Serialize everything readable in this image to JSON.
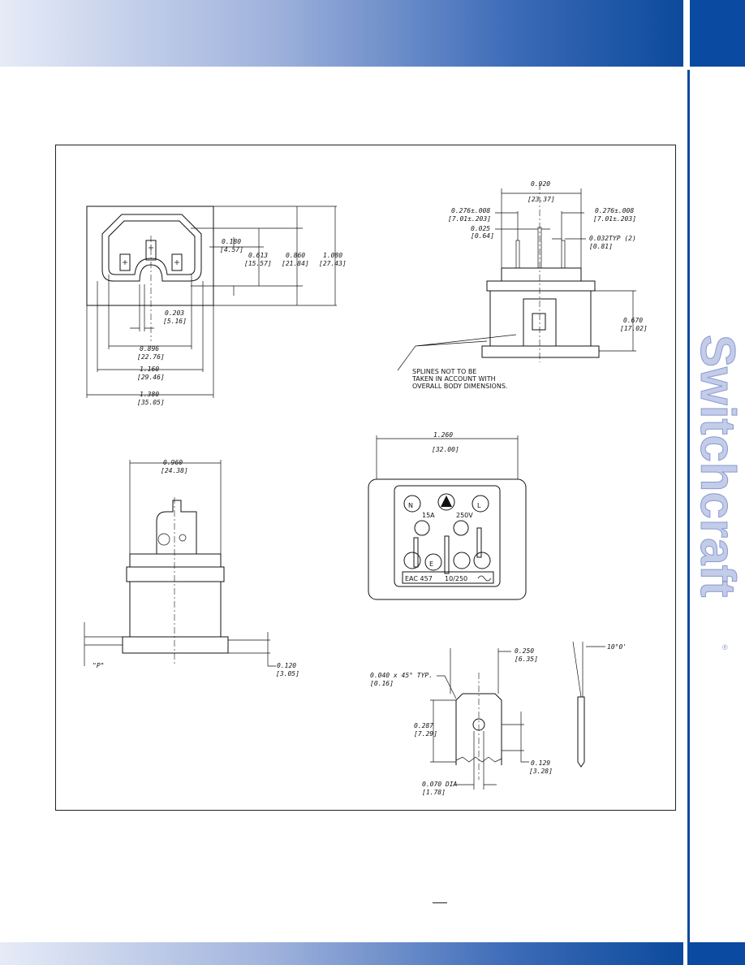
{
  "brand": {
    "name": "Switchcraft",
    "registered": "®"
  },
  "colors": {
    "brand_blue": "#0a4aa0",
    "band_light": "#e6ebf7"
  },
  "views": {
    "front": {
      "d_0180": "0.180",
      "d_0180_mm": "[4.57]",
      "d_0613": "0.613",
      "d_0613_mm": "[15.57]",
      "d_0860": "0.860",
      "d_0860_mm": "[21.84]",
      "d_1080": "1.080",
      "d_1080_mm": "[27.43]",
      "d_0203": "0.203",
      "d_0203_mm": "[5.16]",
      "d_0896": "0.896",
      "d_0896_mm": "[22.76]",
      "d_1160": "1.160",
      "d_1160_mm": "[29.46]",
      "d_1380": "1.380",
      "d_1380_mm": "[35.05]"
    },
    "side": {
      "d_0920": "0.920",
      "d_0920_mm": "[23.37]",
      "d_0276l": "0.276±.008",
      "d_0276l_mm": "[7.01±.203]",
      "d_0276r": "0.276±.008",
      "d_0276r_mm": "[7.01±.203]",
      "d_0025": "0.025",
      "d_0025_mm": "[0.64]",
      "d_0032": "0.032TYP (2)",
      "d_0032_mm": "[0.81]",
      "d_0670": "0.670",
      "d_0670_mm": "[17.02]",
      "note1": "SPLINES NOT TO BE",
      "note2": "TAKEN IN ACCOUNT WITH",
      "note3": "OVERALL BODY DIMENSIONS."
    },
    "bottom_side": {
      "d_0960": "0.960",
      "d_0960_mm": "[24.38]",
      "p_label": "\"P\"",
      "d_0120": "0.120",
      "d_0120_mm": "[3.05]"
    },
    "rear": {
      "d_1260": "1.260",
      "d_1260_mm": "[32.00]",
      "n": "N",
      "l": "L",
      "e": "E",
      "amps": "15A",
      "volts": "250V",
      "eac": "EAC 457",
      "rating": "10/250"
    },
    "terminal": {
      "d_0250": "0.250",
      "d_0250_mm": "[6.35]",
      "d_0040": "0.040 x 45° TYP.",
      "d_0040_mm": "[0.16]",
      "d_0287": "0.287",
      "d_0287_mm": "[7.29]",
      "d_0129": "0.129",
      "d_0129_mm": "[3.28]",
      "d_0070": "0.070 DIA",
      "d_0070_mm": "[1.78]",
      "angle": "10°0'"
    }
  }
}
